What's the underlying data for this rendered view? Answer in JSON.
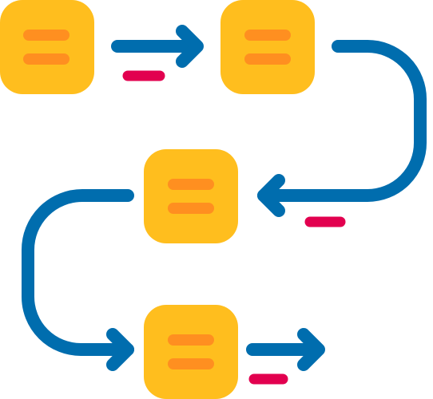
{
  "diagram": {
    "type": "process-flow-icon",
    "colors": {
      "step_box": "#FFBE1E",
      "step_lines": "#FF8F20",
      "connector": "#006DAE",
      "dash": "#E2004F",
      "background": "#FFFFFF"
    },
    "steps": [
      {
        "id": "step-1",
        "icon": "step-box-icon"
      },
      {
        "id": "step-2",
        "icon": "step-box-icon"
      },
      {
        "id": "step-3",
        "icon": "step-box-icon"
      },
      {
        "id": "step-4",
        "icon": "step-box-icon"
      }
    ],
    "connectors": [
      {
        "from": "step-1",
        "to": "step-2",
        "style": "straight-arrow"
      },
      {
        "from": "step-2",
        "to": "step-3",
        "style": "curved-arrow"
      },
      {
        "from": "step-3",
        "to": "step-4",
        "style": "curved-arrow"
      },
      {
        "from": "step-4",
        "to": "",
        "style": "straight-arrow"
      }
    ]
  }
}
